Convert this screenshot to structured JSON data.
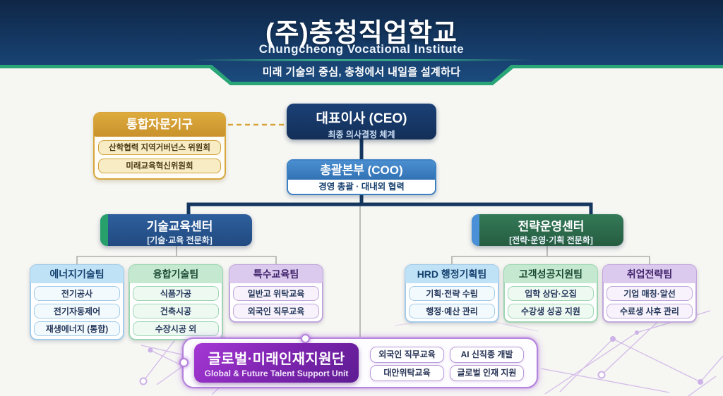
{
  "header": {
    "title": "(주)충청직업학교",
    "subtitle": "Chungcheong Vocational Institute",
    "banner": "미래 기술의 중심, 충청에서 내일을 설계하다"
  },
  "ceo": {
    "title": "대표이사 (CEO)",
    "subtitle": "최종 의사결정 체계"
  },
  "advisory": {
    "title": "통합자문기구",
    "items": [
      "산학협력 지역거버넌스 위원회",
      "미래교육혁신위원회"
    ]
  },
  "coo": {
    "title": "총괄본부 (COO)",
    "subtitle": "경영 총괄 · 대내외 협력"
  },
  "centers": [
    {
      "title": "기술교육센터",
      "subtitle": "[기술·교육 전문화]"
    },
    {
      "title": "전략운영센터",
      "subtitle": "[전략·운영·기획 전문화]"
    }
  ],
  "teams": [
    {
      "title": "에너지기술팀",
      "items": [
        "전기공사",
        "전기자동제어",
        "재생에너지 (통합)"
      ]
    },
    {
      "title": "융합기술팀",
      "items": [
        "식품가공",
        "건축시공",
        "수장시공 외"
      ]
    },
    {
      "title": "특수교육팀",
      "items": [
        "일반고 위탁교육",
        "외국인 직무교육"
      ]
    },
    {
      "title": "HRD 행정기획팀",
      "items": [
        "기획·전략 수립",
        "행정·예산 관리"
      ]
    },
    {
      "title": "고객성공지원팀",
      "items": [
        "입학 상담·오집",
        "수강생 성공 지원"
      ]
    },
    {
      "title": "취업전략팀",
      "items": [
        "기업 매칭·알선",
        "수료생 사후 관리"
      ]
    }
  ],
  "global_unit": {
    "title": "글로벌·미래인재지원단",
    "subtitle": "Global & Future Talent Support Unit",
    "items": [
      "외국인 직무교육",
      "AI 신직종 개발",
      "대안위탁교육",
      "글로벌 인재 지원"
    ]
  },
  "colors": {
    "header_navy": "#13325c",
    "trim_green": "#2aa578",
    "ceo_navy": "#16396b",
    "advisory_gold": "#d8a73e",
    "coo_blue": "#3c80c4",
    "center_blue": "#2a5693",
    "center_green": "#2d6e4e",
    "global_purple": "#8226b4",
    "connector_navy": "#15365f",
    "connector_gray": "#aeaeac"
  }
}
